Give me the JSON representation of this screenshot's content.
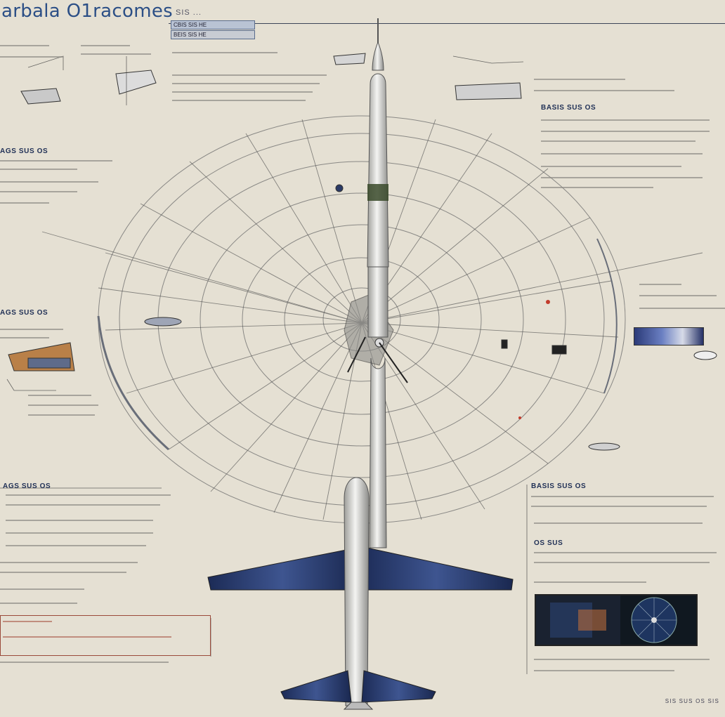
{
  "title": "arbala O1racomes",
  "subtitle": "SIS ...",
  "tabs": [
    "CBIS SIS HE",
    "BEIS SIS HE"
  ],
  "section_headers": {
    "left_top": "AGS SUS OS",
    "left_mid": "AGS SUS OS",
    "left_bottom": "AGS SUS OS",
    "right_upper": "BASIS SUS OS",
    "right_bottom": "BASIS SUS OS",
    "right_lower": "OS SUS"
  },
  "footer": "SIS SUS OS SIS",
  "colors": {
    "background": "#e5e0d3",
    "title": "#2c4f86",
    "wing": "#1f3160",
    "rocket_body": "#e8e8e6",
    "grid_line": "#6b6b6b",
    "accent_red": "#c23b2b"
  },
  "icons": [
    "rocket-icon",
    "spaceplane-icon",
    "radar-grid-icon"
  ]
}
